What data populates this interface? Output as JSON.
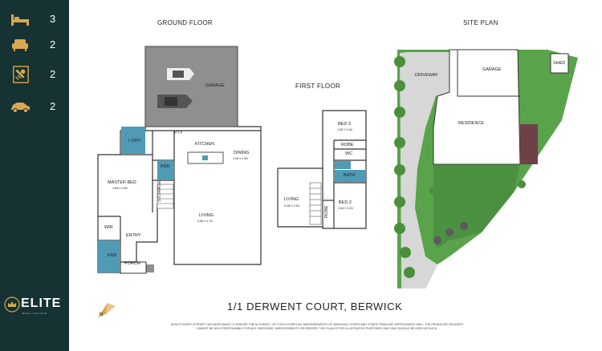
{
  "features": [
    {
      "icon": "bed-icon",
      "count": "3"
    },
    {
      "icon": "sofa-icon",
      "count": "2"
    },
    {
      "icon": "bath-icon",
      "count": "2"
    },
    {
      "icon": "car-icon",
      "count": "2"
    }
  ],
  "brand": {
    "name": "ELITE",
    "tagline": "REAL ESTATE"
  },
  "headings": {
    "ground": "GROUND FLOOR",
    "first": "FIRST FLOOR",
    "site": "SITE PLAN"
  },
  "ground": {
    "garage": "GARAGE",
    "ldry": "L'DRY",
    "pty": "PTY",
    "kitchen": "KITCHEN",
    "dining": "DINING",
    "dining_dim": "3.4M X 2.8M",
    "pdr": "PDR",
    "master": "MASTER BED",
    "master_dim": "4.8M X 3.9M",
    "storage": "STORAGE",
    "living": "LIVING",
    "living_dim": "5.8M X 4.7M",
    "wir": "WIR",
    "entry": "ENTRY",
    "ens": "ENS",
    "porch": "PORCH"
  },
  "first": {
    "bed3": "BED 3",
    "bed3_dim": "2.6M X 3.0M",
    "robe1": "ROBE",
    "wc": "WC",
    "bath": "BATH",
    "living": "LIVING",
    "living_dim": "5.0M X 3.3M",
    "robe2": "ROBE",
    "bed2": "BED 2",
    "bed2_dim": "2.6M X 3.0M"
  },
  "site": {
    "driveway": "DRIVEWAY",
    "garage": "GARAGE",
    "shed": "SHED",
    "residence": "RESIDENCE"
  },
  "address": "1/1 DERWENT COURT, BERWICK",
  "disclaimer": "WHILST EVERY ATTEMPT HAS BEEN MADE TO ENSURE THE ACCURACY OF THIS FLOORPLAN, MEASUREMENTS OF WINDOWS, DOORS AND OTHER ITEMS ARE APPROXIMATE ONLY. THE PRODUCER OR AGENT CANNOT BE HELD RESPONSIBLE FOR ANY OMISSIONS, MISSTATEMENTS OR ERRORS. THIS PLAN IS FOR ILLUSTRATIVE PURPOSES ONLY AND SHOULD BE USED AS SUCH.",
  "colors": {
    "sidebar": "#163232",
    "wet_area": "#4f9bb5",
    "garage": "#8f8f8f",
    "lawn": "#59a34a",
    "icon": "#d9a74f"
  }
}
